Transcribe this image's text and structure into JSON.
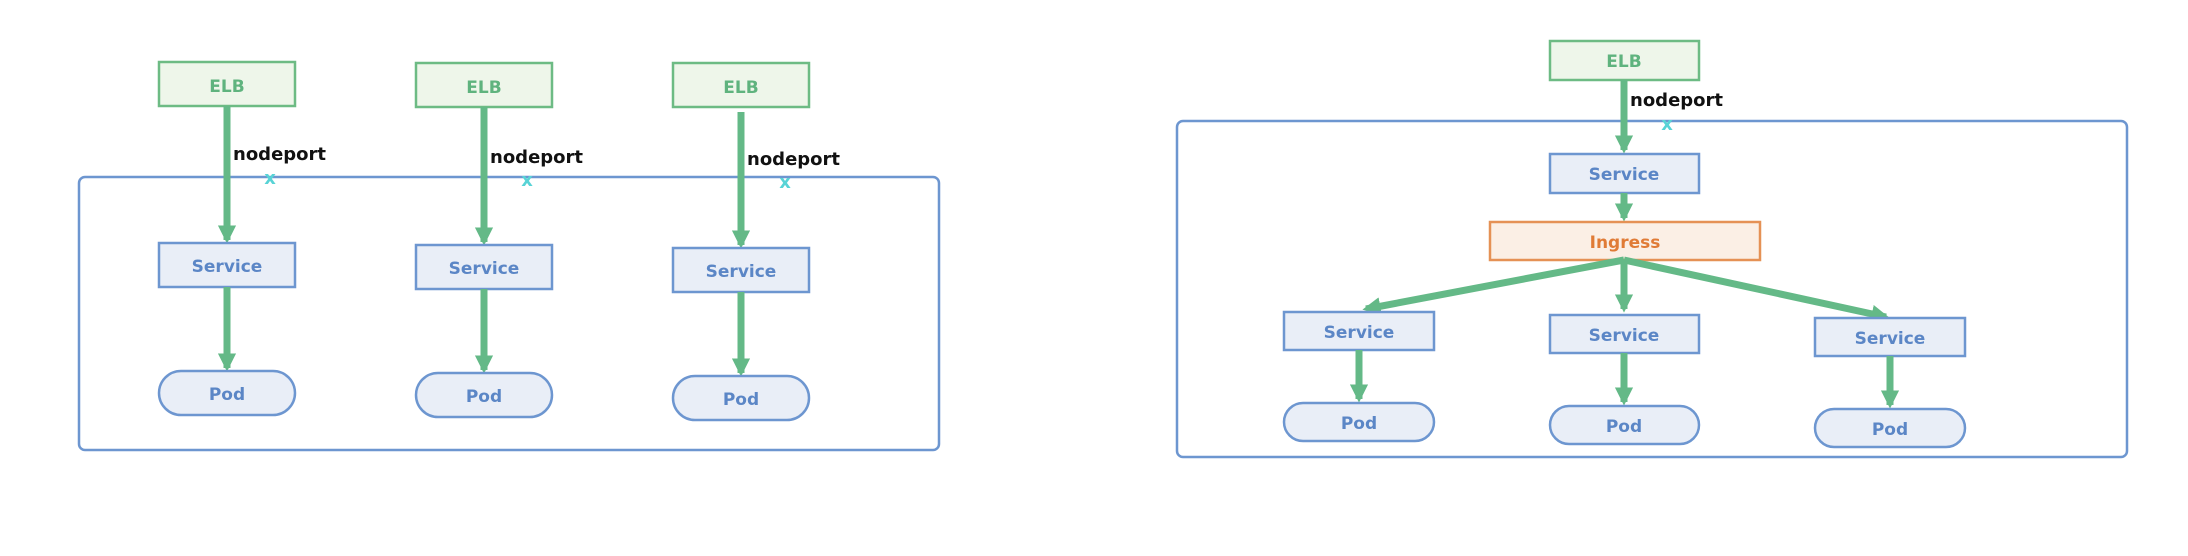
{
  "labels": {
    "elb": "ELB",
    "service": "Service",
    "pod": "Pod",
    "nodeport": "nodeport",
    "ingress": "Ingress",
    "marker": "x"
  },
  "colors": {
    "elb_border": "#6dbb84",
    "elb_fill": "#eef6ea",
    "elb_text": "#5fb37e",
    "svc_border": "#6d96d0",
    "svc_fill": "#e9eef7",
    "svc_text": "#5b86c6",
    "arrow": "#64b987",
    "cluster_border": "#6d96d0",
    "ingress_border": "#e59155",
    "ingress_fill": "#fbefe5",
    "ingress_text": "#e07b36",
    "marker": "#58d3d6",
    "nodeport_text": "#111111"
  }
}
